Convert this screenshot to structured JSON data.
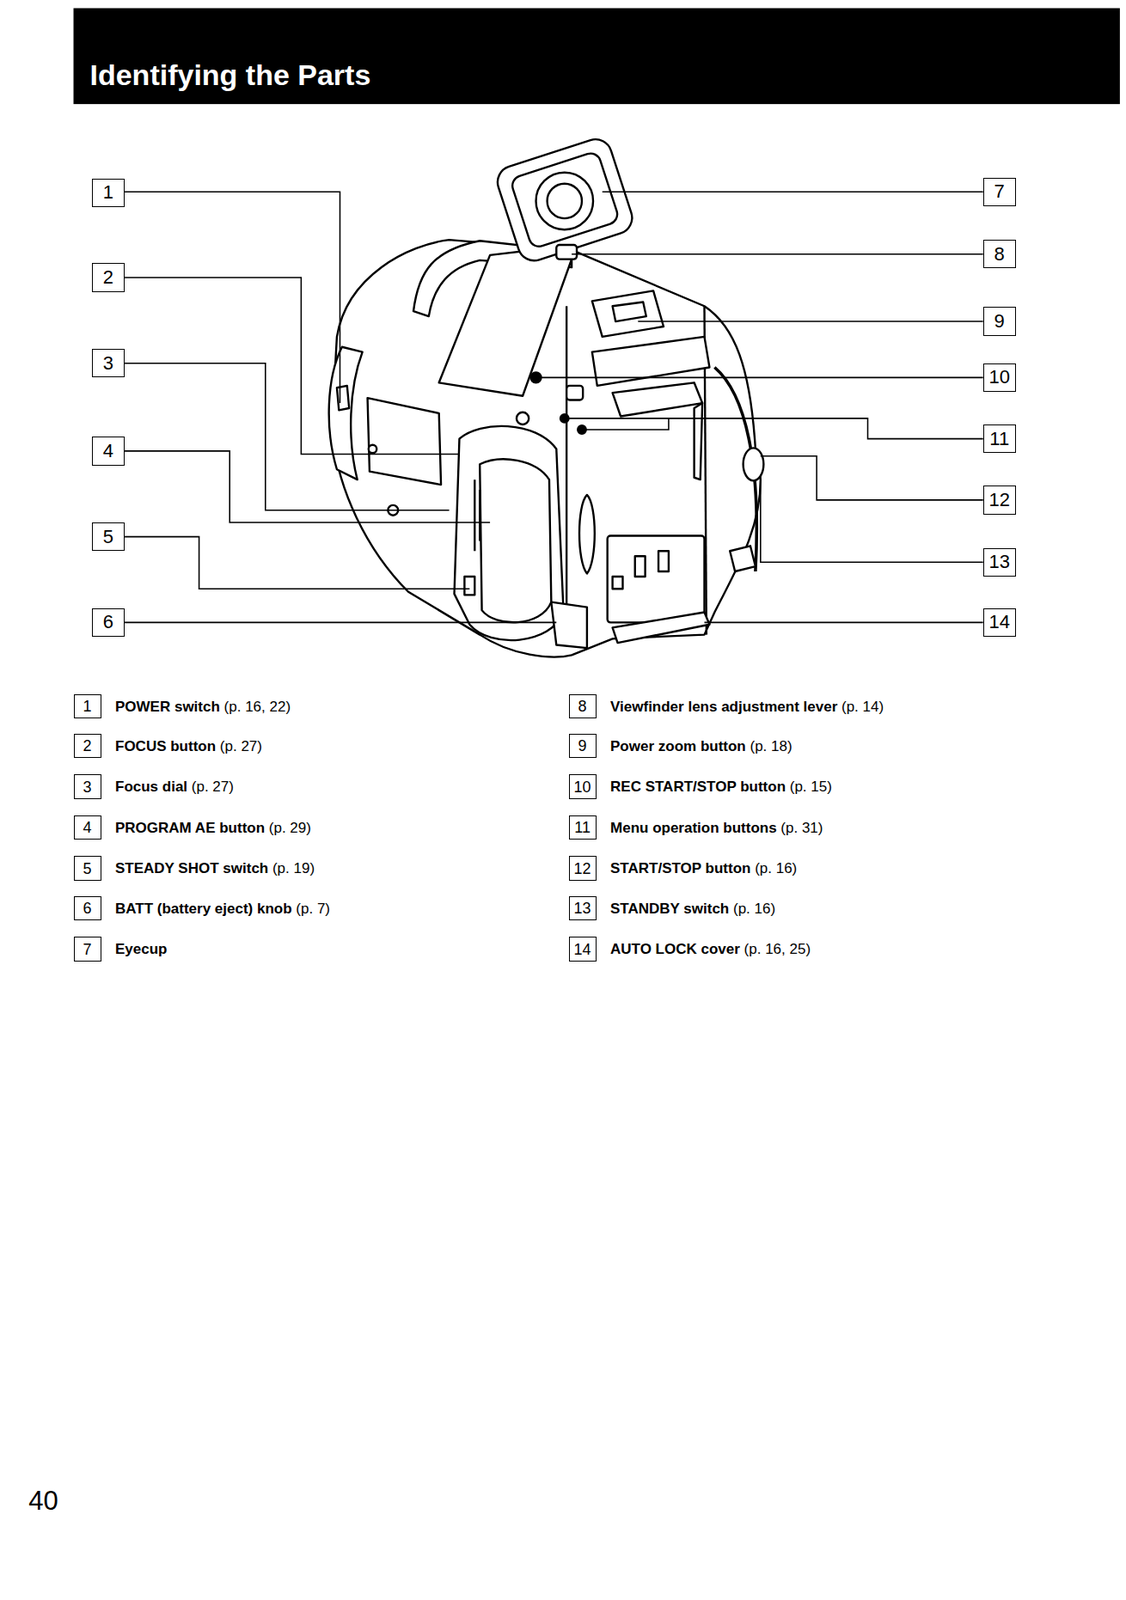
{
  "diagram": {
    "title": "Identifying the Parts",
    "nodes": [
      {
        "text": [
          "1"
        ]
      },
      {
        "text": [
          "2"
        ]
      },
      {
        "text": [
          "3"
        ]
      },
      {
        "text": [
          "4"
        ]
      },
      {
        "text": [
          "5"
        ]
      },
      {
        "text": [
          "6"
        ]
      },
      {
        "text": [
          "7"
        ]
      },
      {
        "text": [
          "8"
        ]
      },
      {
        "text": [
          "9"
        ]
      },
      {
        "text": [
          "10"
        ]
      },
      {
        "text": [
          "11"
        ]
      },
      {
        "text": [
          "12"
        ]
      },
      {
        "text": [
          "13"
        ]
      },
      {
        "text": [
          "14"
        ]
      },
      {
        "text": [
          "1",
          "POWER switch (p. 16, 22)"
        ]
      },
      {
        "text": [
          "2",
          "FOCUS button (p. 27)"
        ]
      },
      {
        "text": [
          "3",
          "Focus dial (p. 27)"
        ]
      },
      {
        "text": [
          "4",
          "PROGRAM AE button (p. 29)"
        ]
      },
      {
        "text": [
          "5",
          "STEADY SHOT switch (p. 19)"
        ]
      },
      {
        "text": [
          "6",
          "BATT (battery eject) knob (p. 7)"
        ]
      },
      {
        "text": [
          "7",
          "Eyecup"
        ]
      },
      {
        "text": [
          "8",
          "Viewfinder lens adjustment lever (p. 14)"
        ]
      },
      {
        "text": [
          "9",
          "Power zoom button (p. 18)"
        ]
      },
      {
        "text": [
          "10",
          "REC START/STOP button (p. 15)"
        ]
      },
      {
        "text": [
          "11",
          "Menu operation buttons (p. 31)"
        ]
      },
      {
        "text": [
          "12",
          "START/STOP button (p. 16)"
        ]
      },
      {
        "text": [
          "13",
          "STANDBY switch (p. 16)"
        ]
      },
      {
        "text": [
          "14",
          "AUTO LOCK cover (p. 16, 25)"
        ]
      }
    ],
    "labels": [
      "40"
    ]
  }
}
